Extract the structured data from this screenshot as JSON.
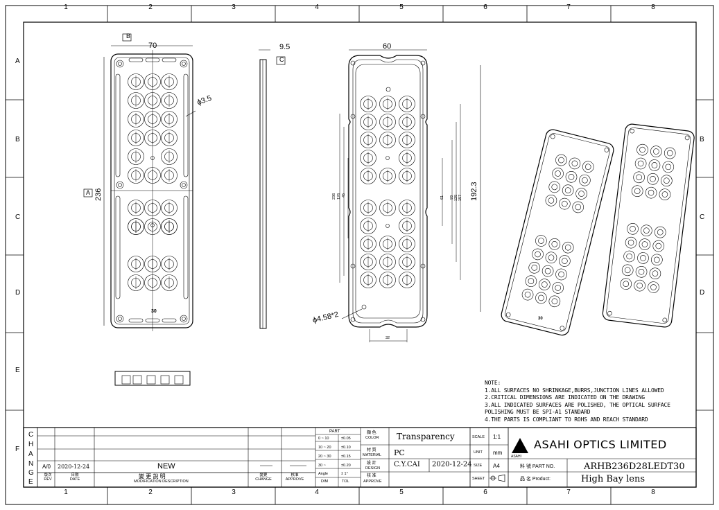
{
  "zones": {
    "cols": [
      "1",
      "2",
      "3",
      "4",
      "5",
      "6",
      "7",
      "8"
    ],
    "rows_left": [
      "A",
      "B",
      "C",
      "D",
      "E",
      "F"
    ],
    "rows_right": [
      "B",
      "C",
      "D"
    ]
  },
  "views": {
    "front_label_b": "B",
    "front_width": "70",
    "front_height": "236",
    "front_label_a": "A",
    "hole_dia": "ϕ3.5",
    "front_mark": "30",
    "side_thickness": "9.5",
    "side_label_c": "C",
    "back_width": "60",
    "back_height": "192.3",
    "back_dims_left": [
      "236",
      "126",
      "45"
    ],
    "back_dims_right": [
      "61",
      "93",
      "125",
      "157"
    ],
    "back_pin": "ϕ4.58*2",
    "back_bottom": "32",
    "iso_mark": "30"
  },
  "notes": [
    "NOTE:",
    "1.ALL SURFACES NO SHRINKAGE,BURRS,JUNCTION LINES ALLOWED",
    "2.CRITICAL DIMENSIONS ARE INDICATED ON THE DRAWING",
    "3.ALL INDICATED SURFACES ARE POLISHED, THE OPTICAL SURFACE",
    "POLISHING MUST BE SPI-A1 STANDARD",
    "4.THE PARTS IS COMPLIANT TO ROHS AND REACH STANDARD"
  ],
  "title_block": {
    "change_letters": [
      "C",
      "H",
      "A",
      "N",
      "G",
      "E"
    ],
    "rev": "A/0",
    "date": "2020-12-24",
    "mod_desc": "NEW",
    "hdr_rev": "版次 REV",
    "hdr_date": "日期 DATE",
    "hdr_mod_cn": "變 更 說 明",
    "hdr_mod": "MODIFICATION DESCRIPTION",
    "hdr_change": "變更 CHANGE",
    "hdr_approve": "核准 APPROVE",
    "part_hdr": "PART",
    "tol_rows": [
      [
        "0 ~ 10",
        "±0.05"
      ],
      [
        "10 ~ 20",
        "±0.10"
      ],
      [
        "20 ~ 30",
        "±0.15"
      ],
      [
        "30 ~",
        "±0.20"
      ],
      [
        "Angle",
        "± 1°"
      ]
    ],
    "tol_hdr": [
      "DIM",
      "TOL"
    ],
    "lbl_color": [
      "顏 色",
      "COLOR"
    ],
    "lbl_material": [
      "材 質",
      "MATERIAL"
    ],
    "lbl_design": [
      "設 計",
      "DESIGN"
    ],
    "lbl_approve": [
      "核 准",
      "APPROVE"
    ],
    "color": "Transparency",
    "material": "PC",
    "designer": "C.Y.CAI",
    "design_date": "2020-12-24",
    "scale_lbl": "SCALE",
    "scale": "1:1",
    "unit_lbl": "UNIT",
    "unit": "mm",
    "size_lbl": "SIZE",
    "size": "A4",
    "sheet_lbl": "SHEET",
    "company": "ASAHI OPTICS LIMITED",
    "logo_text": "ASAHI",
    "partno_lbl": "料 號  PART NO.",
    "partno": "ARHB236D28LEDT30",
    "product_lbl": "品 名  Product:",
    "product": "High Bay lens"
  }
}
